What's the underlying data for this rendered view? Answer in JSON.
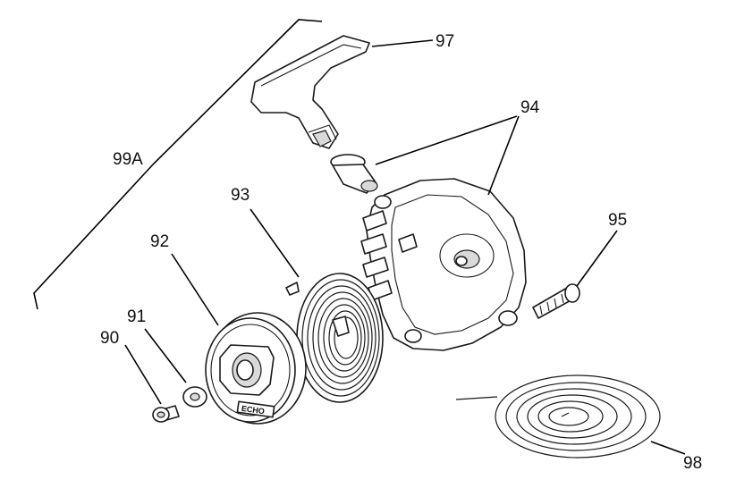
{
  "labels": {
    "p90": "90",
    "p91": "91",
    "p92": "92",
    "p93": "93",
    "p94": "94",
    "p95": "95",
    "p97": "97",
    "p98": "98",
    "p99a": "99A"
  },
  "pulley_text": "ECHO",
  "colors": {
    "ink": "#1a1a1a",
    "shade": "#d9d9d9",
    "background": "#ffffff"
  }
}
